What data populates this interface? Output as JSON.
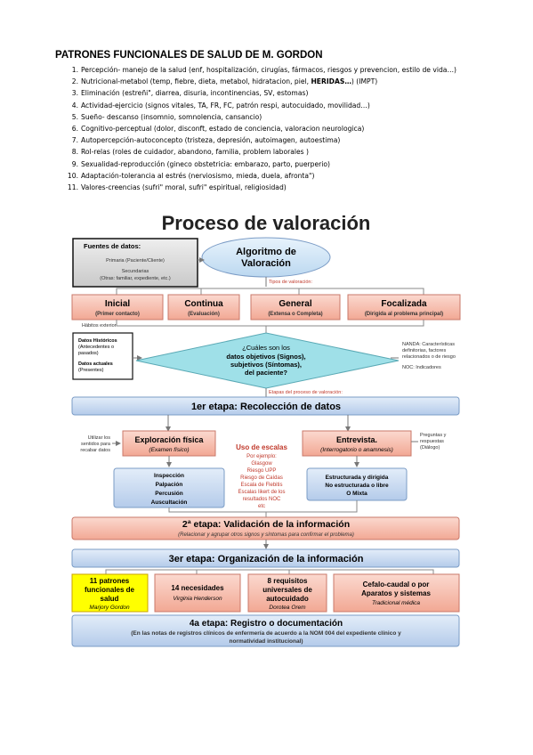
{
  "document": {
    "title": "PATRONES FUNCIONALES DE SALUD DE M. GORDON",
    "patterns": [
      {
        "num": "1.",
        "text": "Percepción- manejo de la salud (enf, hospitalización, cirugías, fármacos, riesgos y prevencion, estilo de vida…)"
      },
      {
        "num": "2.",
        "pre": "Nutricional-metabol (temp, fiebre, dieta, metabol, hidratacion, piel, ",
        "bold": "HERIDAS…",
        "post": ") (IMPT)"
      },
      {
        "num": "3.",
        "text": "Eliminación (estreñi\", diarrea, disuria, incontinencias, SV, estomas)"
      },
      {
        "num": "4.",
        "text": "Actividad-ejercicio (signos vitales, TA, FR, FC, patrón respi, autocuidado, movilidad…)"
      },
      {
        "num": "5.",
        "text": "Sueño- descanso (insomnio, somnolencia, cansancio)"
      },
      {
        "num": "6.",
        "text": "Cognitivo-perceptual (dolor, disconft, estado de conciencia, valoracion neurologica)"
      },
      {
        "num": "7.",
        "text": "Autopercepción-autoconcepto (tristeza, depresión, autoimagen, autoestima)"
      },
      {
        "num": "8.",
        "text": "Rol-relas (roles de cuidador, abandono, familia, problem laborales )"
      },
      {
        "num": "9.",
        "text": "Sexualidad-reproducción (gineco obstetricia: embarazo, parto, puerperio)"
      },
      {
        "num": "10.",
        "text": "Adaptación-tolerancia al estrés (nerviosismo, mieda, duela, afronta\")"
      },
      {
        "num": "11.",
        "text": "Valores-creencias (sufri\" moral, sufri\" espiritual, religiosidad)"
      }
    ]
  },
  "diagram": {
    "title": "Proceso de valoración",
    "sources": {
      "heading": "Fuentes de datos:",
      "primary": "Primaria (Paciente/Cliente)",
      "secondary": "Secundarias",
      "secondary_detail": "(Otras: familiar, expediente, etc.)"
    },
    "algorithm": {
      "line1": "Algoritmo de",
      "line2": "Valoración"
    },
    "types_label": "Tipos de valoración:",
    "types": [
      {
        "title": "Inicial",
        "sub": "(Primer contacto)"
      },
      {
        "title": "Continua",
        "sub": "(Evaluación)"
      },
      {
        "title": "General",
        "sub": "(Extensa o Completa)"
      },
      {
        "title": "Focalizada",
        "sub": "(Dirigida al problema principal)"
      }
    ],
    "habits": "Hábitos exterior",
    "data_kinds": {
      "historic": "Datos Históricos",
      "historic_sub1": "(Antecedentes o",
      "historic_sub2": "pasados)",
      "current": "Datos actuales",
      "current_sub": "(Presentes)"
    },
    "question": {
      "l1": "¿Cuáles son los",
      "l2": "datos objetivos (Signos),",
      "l3": "subjetivos (Síntomas),",
      "l4": "del paciente?"
    },
    "nanda": {
      "l1": "NANDA: Características",
      "l2": "definitorias, factores",
      "l3": "relacionados o de riesgo",
      "noc": "NOC: Indicadores"
    },
    "stages_label": "Etapas del proceso de valoración:",
    "stage1": "1er etapa: Recolección de datos",
    "senses": {
      "l1": "Utilizar los",
      "l2": "sentidos para",
      "l3": "recabar datos"
    },
    "exam": {
      "title": "Exploración física",
      "sub": "(Examen físico)",
      "items": [
        "Inspección",
        "Palpación",
        "Percusión",
        "Auscultación"
      ]
    },
    "scales": {
      "title": "Uso de escalas",
      "lines": [
        "Por ejemplo:",
        "Glasgow",
        "Riesgo UPP",
        "Riesgo de Caídas",
        "Escala de Flebitis",
        "Escalas likert de los",
        "resultados NOC",
        "etc"
      ]
    },
    "interview": {
      "title": "Entrevista.",
      "sub": "(Interrogatorio o anamnesis)",
      "items": [
        "Estructurada  y dirigida",
        "No estructurada  o libre",
        "O Mixta"
      ]
    },
    "questions": {
      "l1": "Preguntas y",
      "l2": "respuestas",
      "l3": "(Diálogo)"
    },
    "stage2": "2ª etapa: Validación de la información",
    "stage2_sub": "(Relacionar y agrupar otros signos y síntomas para confirmar el problema)",
    "stage3": "3er etapa: Organización de la información",
    "org": [
      {
        "l1": "11 patrones",
        "l2": "funcionales de",
        "l3": "salud",
        "author": "Marjory Gordon"
      },
      {
        "l1": "14 necesidades",
        "author": "Virginia Henderson"
      },
      {
        "l1": "8 requisitos",
        "l2": "universales de",
        "l3": "autocuidado",
        "author": "Dorotea Orem"
      },
      {
        "l1": "Cefalo-caudal o por",
        "l2": "Aparatos y sistemas",
        "author": "Tradicional médica"
      }
    ],
    "stage4": "4a etapa: Registro o documentación",
    "stage4_sub1": "(En las notas de registros clínicos de  enfermería de acuerdo a la NOM 004  del expediente clínico y",
    "stage4_sub2": "normatividad institucional)"
  },
  "colors": {
    "salmon": "#f4b9a9",
    "salmon_border": "#c9786a",
    "blue": "#c6d9f1",
    "blue_border": "#7b9cc6",
    "diamond": "#9fe0e8",
    "pink_text": "#c0392b",
    "yellow": "#ffff00",
    "orange": "#f4a582"
  }
}
